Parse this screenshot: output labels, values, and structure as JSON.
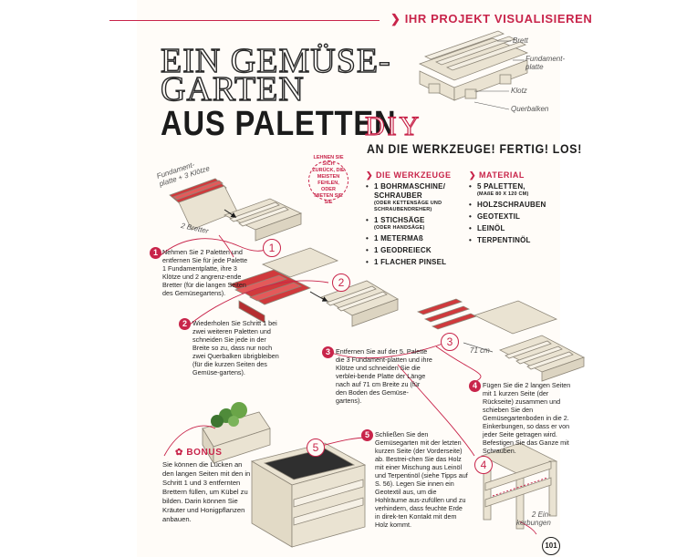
{
  "header": {
    "section_tag": "IHR PROJEKT VISUALISIEREN",
    "title_line1": "EIN GEMÜSE-",
    "title_line2": "GARTEN",
    "title_line3": "AUS PALETTEN",
    "diy": "DIY",
    "tagline": "AN DIE WERKZEUGE! FERTIG! LOS!"
  },
  "diagram_labels": {
    "brett": "Brett",
    "fundamentplatte": "Fundament-\nplatte",
    "klotz": "Klotz",
    "querbalken": "Querbalken"
  },
  "step_labels": {
    "fundamentplatte_kloetze": "Fundament-\nplatte + 3 Klötze",
    "two_bretter": "2 Bretter",
    "width_71cm": "71 cm",
    "two_einkerbungen": "2 Ein-\nkerbungen"
  },
  "badge": "LEHNEN SIE SICH ZURÜCK, DIE MEISTEN FEHLEN, ODER MIETEN SIE SIE",
  "werkzeuge": {
    "heading": "DIE WERKZEUGE",
    "items": [
      {
        "main": "1 BOHRMASCHINE/ SCHRAUBER",
        "sub": "(ODER KETTENSÄGE UND SCHRAUBENDREHER)"
      },
      {
        "main": "1 STICHSÄGE",
        "sub": "(ODER HANDSÄGE)"
      },
      {
        "main": "1 METERMAß",
        "sub": ""
      },
      {
        "main": "1 GEODREIECK",
        "sub": ""
      },
      {
        "main": "1 FLACHER PINSEL",
        "sub": ""
      }
    ]
  },
  "material": {
    "heading": "MATERIAL",
    "items": [
      {
        "main": "5 PALETTEN,",
        "sub": "(MAßE 80 X 120 CM)"
      },
      {
        "main": "HOLZSCHRAUBEN",
        "sub": ""
      },
      {
        "main": "GEOTEXTIL",
        "sub": ""
      },
      {
        "main": "LEINÖL",
        "sub": ""
      },
      {
        "main": "TERPENTINÖL",
        "sub": ""
      }
    ]
  },
  "steps": [
    {
      "n": "1",
      "text": "Nehmen Sie 2 Paletten und entfernen Sie für jede Palette 1 Fundamentplatte, ihre 3 Klötze und 2 angrenz-ende Bretter (für die langen Seiten des Gemüsegartens)."
    },
    {
      "n": "2",
      "text": "Wiederholen Sie Schritt 1 bei zwei weiteren Paletten und schneiden Sie jede in der Breite so zu, dass nur noch zwei Querbalken übrigbleiben (für die kurzen Seiten des Gemüse-gartens)."
    },
    {
      "n": "3",
      "text": "Entfernen Sie auf der 5. Palette die 3 Fundament-platten und ihre Klötze und schneiden Sie die verblei-bende Platte der Länge nach auf 71 cm Breite zu (für den Boden des Gemüse-gartens)."
    },
    {
      "n": "4",
      "text": "Fügen Sie die 2 langen Seiten mit 1 kurzen Seite (der Rückseite) zusammen und schieben Sie den Gemüsegartenboden in die 2. Einkerbungen, so dass er von jeder Seite getragen wird. Befestigen Sie das Ganze mit Schrauben."
    },
    {
      "n": "5",
      "text": "Schließen Sie den Gemüsegarten mit der letzten kurzen Seite (der Vorderseite) ab. Bestrei-chen Sie das Holz mit einer Mischung aus Leinöl und Terpentinöl (siehe Tipps auf S. 56). Legen Sie innen ein Geotextil aus, um die Hohlräume aus-zufüllen und zu verhindern, dass feuchte Erde in direk-ten Kontakt mit dem Holz kommt."
    }
  ],
  "bonus": {
    "heading": "BONUS",
    "text": "Sie können die Lücken an den langen Seiten mit den in Schritt 1 und 3 entfernten Brettern füllen, um Kübel zu bilden. Darin können Sie Kräuter und Honigpflanzen anbauen."
  },
  "page_number": "101",
  "colors": {
    "accent": "#c8244a",
    "wood": "#eae3d2",
    "wood_stroke": "#8d8678",
    "red_wood": "#d0393c"
  }
}
